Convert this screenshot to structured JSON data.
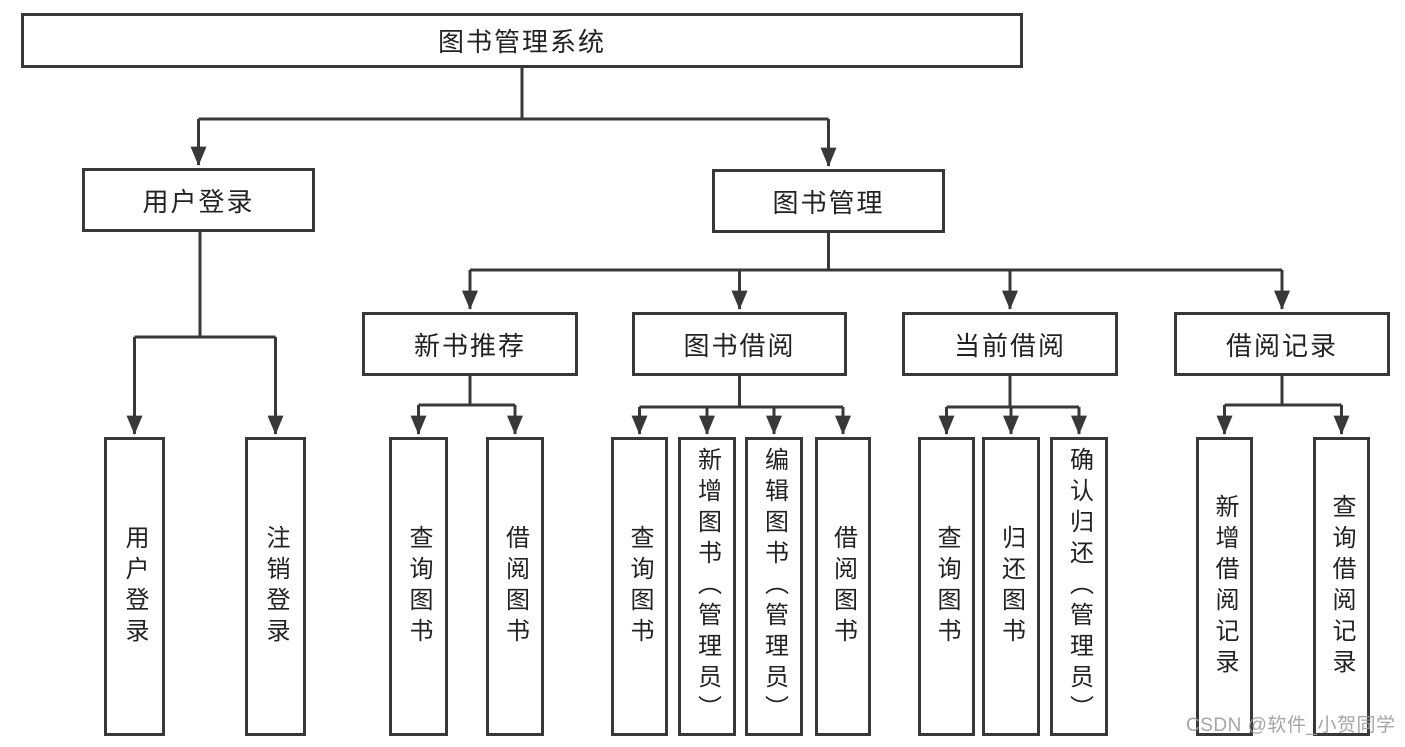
{
  "diagram": {
    "type": "hierarchy-tree",
    "nodes": {
      "root": {
        "label": "图书管理系统"
      },
      "level1": [
        {
          "id": "user-login",
          "label": "用户登录"
        },
        {
          "id": "book-mgmt",
          "label": "图书管理"
        }
      ],
      "level2": [
        {
          "id": "new-book-rec",
          "label": "新书推荐",
          "parent": "图书管理"
        },
        {
          "id": "book-borrow",
          "label": "图书借阅",
          "parent": "图书管理"
        },
        {
          "id": "current-borrow",
          "label": "当前借阅",
          "parent": "图书管理"
        },
        {
          "id": "borrow-record",
          "label": "借阅记录",
          "parent": "图书管理"
        }
      ],
      "leaves": [
        {
          "parent": "用户登录",
          "label": "用户登录"
        },
        {
          "parent": "用户登录",
          "label": "注销登录"
        },
        {
          "parent": "新书推荐",
          "label": "查询图书"
        },
        {
          "parent": "新书推荐",
          "label": "借阅图书"
        },
        {
          "parent": "图书借阅",
          "label": "查询图书"
        },
        {
          "parent": "图书借阅",
          "label": "新增图书（管理员）"
        },
        {
          "parent": "图书借阅",
          "label": "编辑图书（管理员）"
        },
        {
          "parent": "图书借阅",
          "label": "借阅图书"
        },
        {
          "parent": "当前借阅",
          "label": "查询图书"
        },
        {
          "parent": "当前借阅",
          "label": "归还图书"
        },
        {
          "parent": "当前借阅",
          "label": "确认归还（管理员）"
        },
        {
          "parent": "借阅记录",
          "label": "新增借阅记录"
        },
        {
          "parent": "借阅记录",
          "label": "查询借阅记录"
        }
      ]
    },
    "colors": {
      "line": "#383838",
      "node_border": "#383838",
      "node_text": "#222222",
      "background": "#ffffff",
      "watermark": "#9c9c9c"
    }
  },
  "watermark": {
    "text": "CSDN @软件_小贺同学"
  }
}
